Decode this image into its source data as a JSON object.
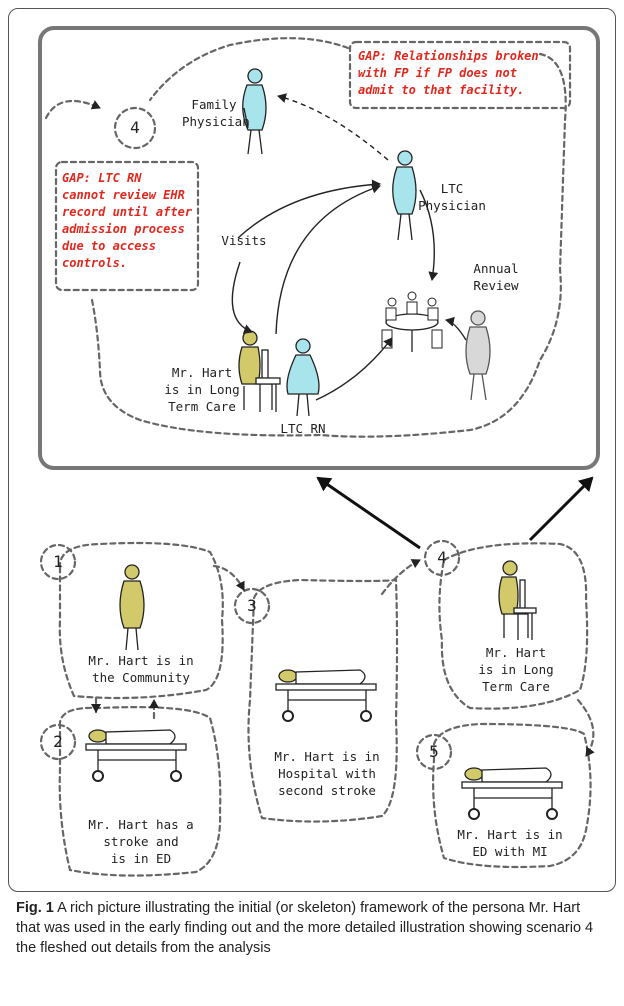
{
  "scenario4_detail": {
    "number": "4",
    "family_physician": [
      "Family",
      "Physician"
    ],
    "ltc_physician": [
      "LTC",
      "Physician"
    ],
    "annual_review": [
      "Annual",
      "Review"
    ],
    "visits": "Visits",
    "mr_hart": [
      "Mr. Hart",
      "is in Long",
      "Term Care"
    ],
    "ltc_rn": "LTC RN",
    "gap_fp": [
      "GAP: Relationships broken",
      "with FP if FP does not",
      "admit to that facility."
    ],
    "gap_rn": [
      "GAP: LTC RN",
      "cannot review EHR",
      "record until after",
      "admission process",
      "due to access",
      "controls."
    ]
  },
  "steps": [
    {
      "number": "1",
      "lines": [
        "Mr. Hart is in",
        "the Community"
      ]
    },
    {
      "number": "2",
      "lines": [
        "Mr. Hart has a",
        "stroke and",
        "is in ED"
      ]
    },
    {
      "number": "3",
      "lines": [
        "Mr. Hart is in",
        "Hospital with",
        "second stroke"
      ]
    },
    {
      "number": "4",
      "lines": [
        "Mr. Hart",
        "is in Long",
        "Term Care"
      ]
    },
    {
      "number": "5",
      "lines": [
        "Mr. Hart is in",
        "ED with MI"
      ]
    }
  ],
  "caption": {
    "label": "Fig. 1",
    "text": " A rich picture illustrating the initial (or skeleton) framework of the persona Mr. Hart that was used in the early finding out and the more detailed illustration showing scenario 4 the fleshed out details from the analysis"
  },
  "colors": {
    "patient": "#d2c96a",
    "staff": "#a8e4ec",
    "gap_text": "#e0281e",
    "grey_person": "#d8d8d8"
  },
  "icons": [
    "person-icon",
    "stretcher-icon",
    "chair-icon",
    "meeting-table-icon"
  ]
}
